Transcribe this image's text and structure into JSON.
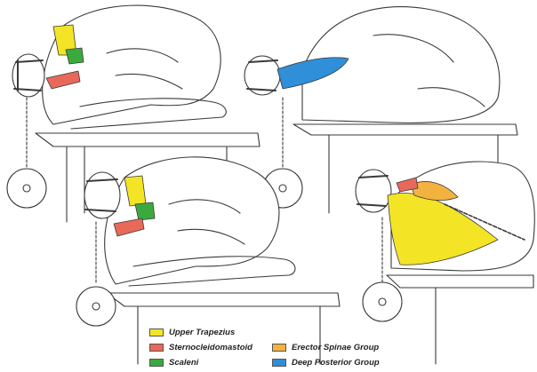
{
  "legend": {
    "items": [
      {
        "label": "Upper Trapezius",
        "color": "#f4e426"
      },
      {
        "label": "Sternocleidomastoid",
        "color": "#e8695a"
      },
      {
        "label": "Scaleni",
        "color": "#3aaa3f"
      },
      {
        "label": "Erector Spinae Group",
        "color": "#f3b23f"
      },
      {
        "label": "Deep Posterior Group",
        "color": "#2f8fd8"
      }
    ]
  },
  "colors": {
    "line": "#3a3a3a",
    "upper_trapezius": "#f4e426",
    "sternocleidomastoid": "#e8695a",
    "scaleni": "#3aaa3f",
    "erector_spinae": "#f3b23f",
    "deep_posterior": "#2f8fd8"
  }
}
